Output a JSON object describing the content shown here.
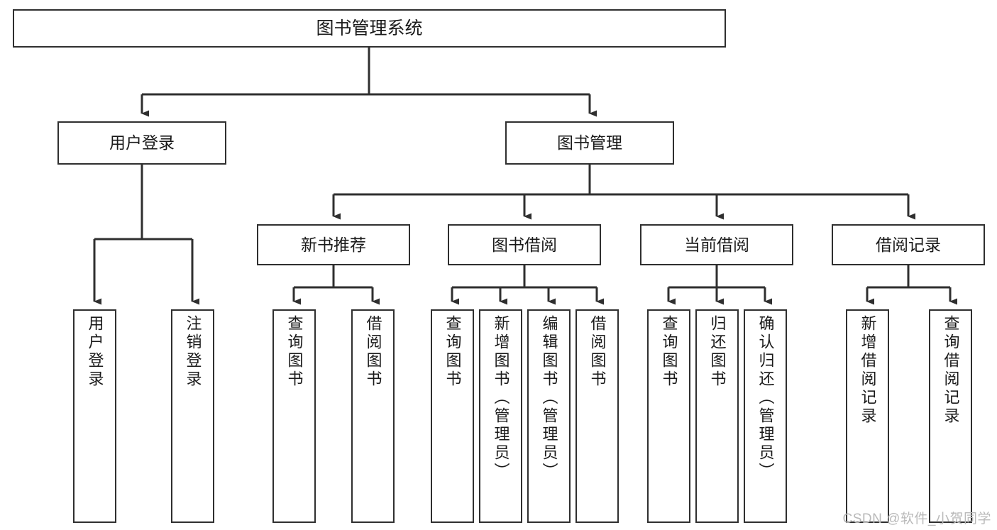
{
  "diagram": {
    "type": "tree",
    "title": "图书管理系统",
    "watermark": "CSDN @软件_小贺同学",
    "colors": {
      "stroke": "#2f2f2f",
      "fill": "#ffffff",
      "text": "#1a1a1a",
      "watermark": "#b9b9b9"
    },
    "root": {
      "id": "root",
      "label": "图书管理系统"
    },
    "level1": [
      {
        "id": "user-login",
        "label": "用户登录"
      },
      {
        "id": "book-manage",
        "label": "图书管理"
      }
    ],
    "level2": [
      {
        "id": "new-book-rec",
        "label": "新书推荐",
        "parent": "book-manage"
      },
      {
        "id": "book-borrow",
        "label": "图书借阅",
        "parent": "book-manage"
      },
      {
        "id": "current-borrow",
        "label": "当前借阅",
        "parent": "book-manage"
      },
      {
        "id": "borrow-record",
        "label": "借阅记录",
        "parent": "book-manage"
      }
    ],
    "leaves": [
      {
        "id": "leaf-user-login",
        "label": "用户登录",
        "parent": "user-login"
      },
      {
        "id": "leaf-user-logout",
        "label": "注销登录",
        "parent": "user-login"
      },
      {
        "id": "leaf-rec-query",
        "label": "查询图书",
        "parent": "new-book-rec"
      },
      {
        "id": "leaf-rec-borrow",
        "label": "借阅图书",
        "parent": "new-book-rec"
      },
      {
        "id": "leaf-borrow-query",
        "label": "查询图书",
        "parent": "book-borrow"
      },
      {
        "id": "leaf-borrow-add",
        "label": "新增图书（管理员）",
        "parent": "book-borrow"
      },
      {
        "id": "leaf-borrow-edit",
        "label": "编辑图书（管理员）",
        "parent": "book-borrow"
      },
      {
        "id": "leaf-borrow-lend",
        "label": "借阅图书",
        "parent": "book-borrow"
      },
      {
        "id": "leaf-cur-query",
        "label": "查询图书",
        "parent": "current-borrow"
      },
      {
        "id": "leaf-cur-return",
        "label": "归还图书",
        "parent": "current-borrow"
      },
      {
        "id": "leaf-cur-confirm",
        "label": "确认归还（管理员）",
        "parent": "current-borrow"
      },
      {
        "id": "leaf-rec-add",
        "label": "新增借阅记录",
        "parent": "borrow-record"
      },
      {
        "id": "leaf-rec-search",
        "label": "查询借阅记录",
        "parent": "borrow-record"
      }
    ]
  }
}
